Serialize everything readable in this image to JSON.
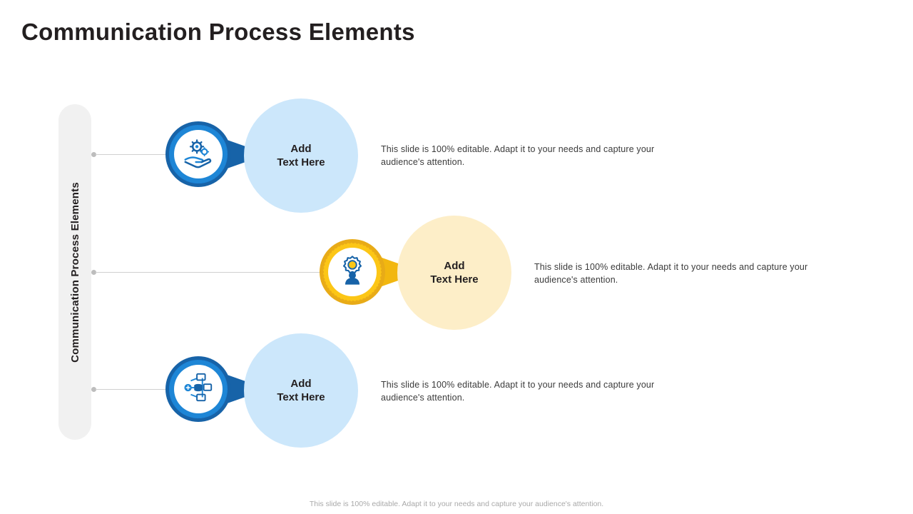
{
  "slide": {
    "title": "Communication Process Elements",
    "rail_label": "Communication Process Elements",
    "footer": "This slide is 100% editable. Adapt it to your needs and capture your audience's attention."
  },
  "colors": {
    "blue_dark": "#1763a8",
    "blue_mid": "#1e86d6",
    "blue_pale": "#cce7fb",
    "gold": "#f2b70f",
    "gold_pale": "#fdeec8",
    "text": "#231f20",
    "body_text": "#3b3b3b",
    "rail": "#f1f1f1",
    "line": "#d0d0d0"
  },
  "rows": [
    {
      "id": "row-1",
      "icon_name": "hand-gears-icon",
      "accent": "blue",
      "circle_text_line1": "Add",
      "circle_text_line2": "Text Here",
      "description": "This slide is 100% editable. Adapt it to your needs and capture your audience's attention."
    },
    {
      "id": "row-2",
      "icon_name": "person-gear-icon",
      "accent": "gold",
      "circle_text_line1": "Add",
      "circle_text_line2": "Text Here",
      "description": "This slide is 100% editable. Adapt it to your needs and capture your audience's attention."
    },
    {
      "id": "row-3",
      "icon_name": "network-nodes-icon",
      "accent": "blue",
      "circle_text_line1": "Add",
      "circle_text_line2": "Text Here",
      "description": "This slide is 100% editable. Adapt it to your needs and capture your audience's attention."
    }
  ]
}
